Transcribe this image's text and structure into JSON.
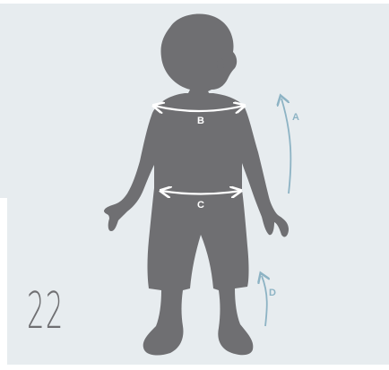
{
  "colors": {
    "background": "#e7ecef",
    "silhouette": "#6f6f72",
    "measure_arrow": "#ffffff",
    "measure_label": "#ffffff",
    "side_arrow": "#8db3c4",
    "side_label": "#8db3c4",
    "page_number": "#6f6f72"
  },
  "labels": {
    "chest": "B",
    "waist": "C",
    "height": "A",
    "inseam": "D"
  },
  "page_number": "22",
  "icons": {
    "figure": "child-silhouette-icon"
  }
}
